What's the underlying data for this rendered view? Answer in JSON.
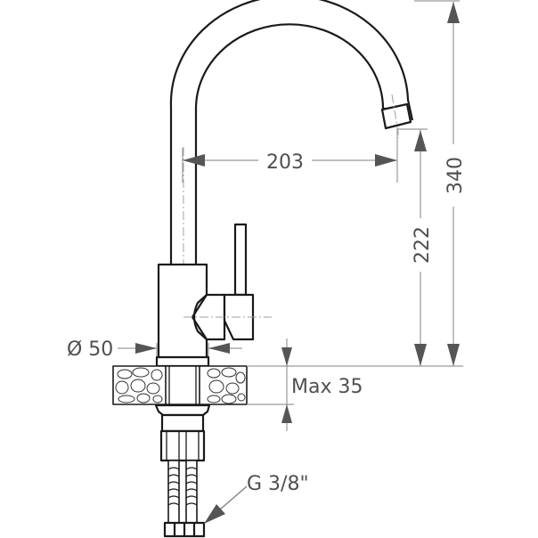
{
  "drawing": {
    "subject": "Kitchen faucet technical dimension drawing",
    "units": "mm",
    "line_color": "#1a1a1a",
    "dimension_color": "#9a9a9a",
    "arrow_color": "#555555",
    "text_color": "#505050"
  },
  "dimensions": {
    "spout_reach": "203",
    "total_height": "340",
    "spout_outlet_height": "222",
    "base_diameter": "Ø 50",
    "max_countertop_thickness": "Max 35",
    "connection_thread": "G 3/8\""
  }
}
